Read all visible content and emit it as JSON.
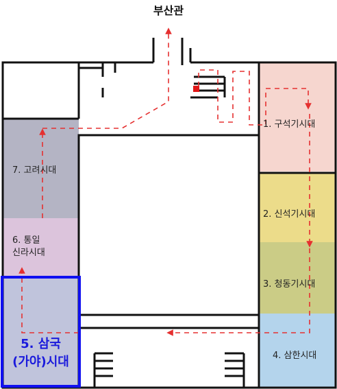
{
  "destination": "부산관",
  "zones": [
    {
      "id": 1,
      "label": "1. 구석기시대",
      "color": "#f6d6cf"
    },
    {
      "id": 2,
      "label": "2. 신석기시대",
      "color": "#ecdc8a"
    },
    {
      "id": 3,
      "label": "3. 청동기시대",
      "color": "#cbcc86"
    },
    {
      "id": 4,
      "label": "4. 삼한시대",
      "color": "#b4d4ec"
    },
    {
      "id": 5,
      "label_line1": "5. 삼국",
      "label_line2": "(가야)시대",
      "color": "#c0c4dc",
      "highlighted": true,
      "highlight_color": "#1010f0"
    },
    {
      "id": 6,
      "label_line1": "6. 통일",
      "label_line2": "신라시대",
      "color": "#dcc4dc"
    },
    {
      "id": 7,
      "label": "7. 고려시대",
      "color": "#b4b4c4"
    }
  ],
  "route_color": "#e53030",
  "wall_color": "#111111",
  "current_location_marker_color": "#e01818"
}
